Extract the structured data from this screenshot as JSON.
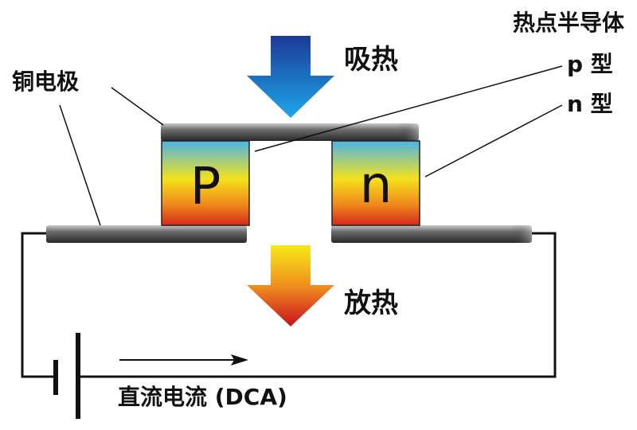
{
  "labels": {
    "absorb_heat": "吸热",
    "release_heat": "放热",
    "copper_electrode": "铜电极",
    "thermoelectric_semiconductor": "热点半导体",
    "p_type": "p 型",
    "n_type": "n 型",
    "current": "直流电流 (DCA)"
  },
  "blocks": {
    "p_letter": "P",
    "n_letter": "n"
  },
  "colors": {
    "cold_arrow_top": "#1f3d99",
    "cold_arrow_bottom": "#1fa3e8",
    "hot_arrow_top": "#f7e81a",
    "hot_arrow_bottom": "#c8101e",
    "block_top": "#4fb6e6",
    "block_mid": "#f6e21c",
    "block_bottom": "#d5301c",
    "electrode": "#444444"
  }
}
